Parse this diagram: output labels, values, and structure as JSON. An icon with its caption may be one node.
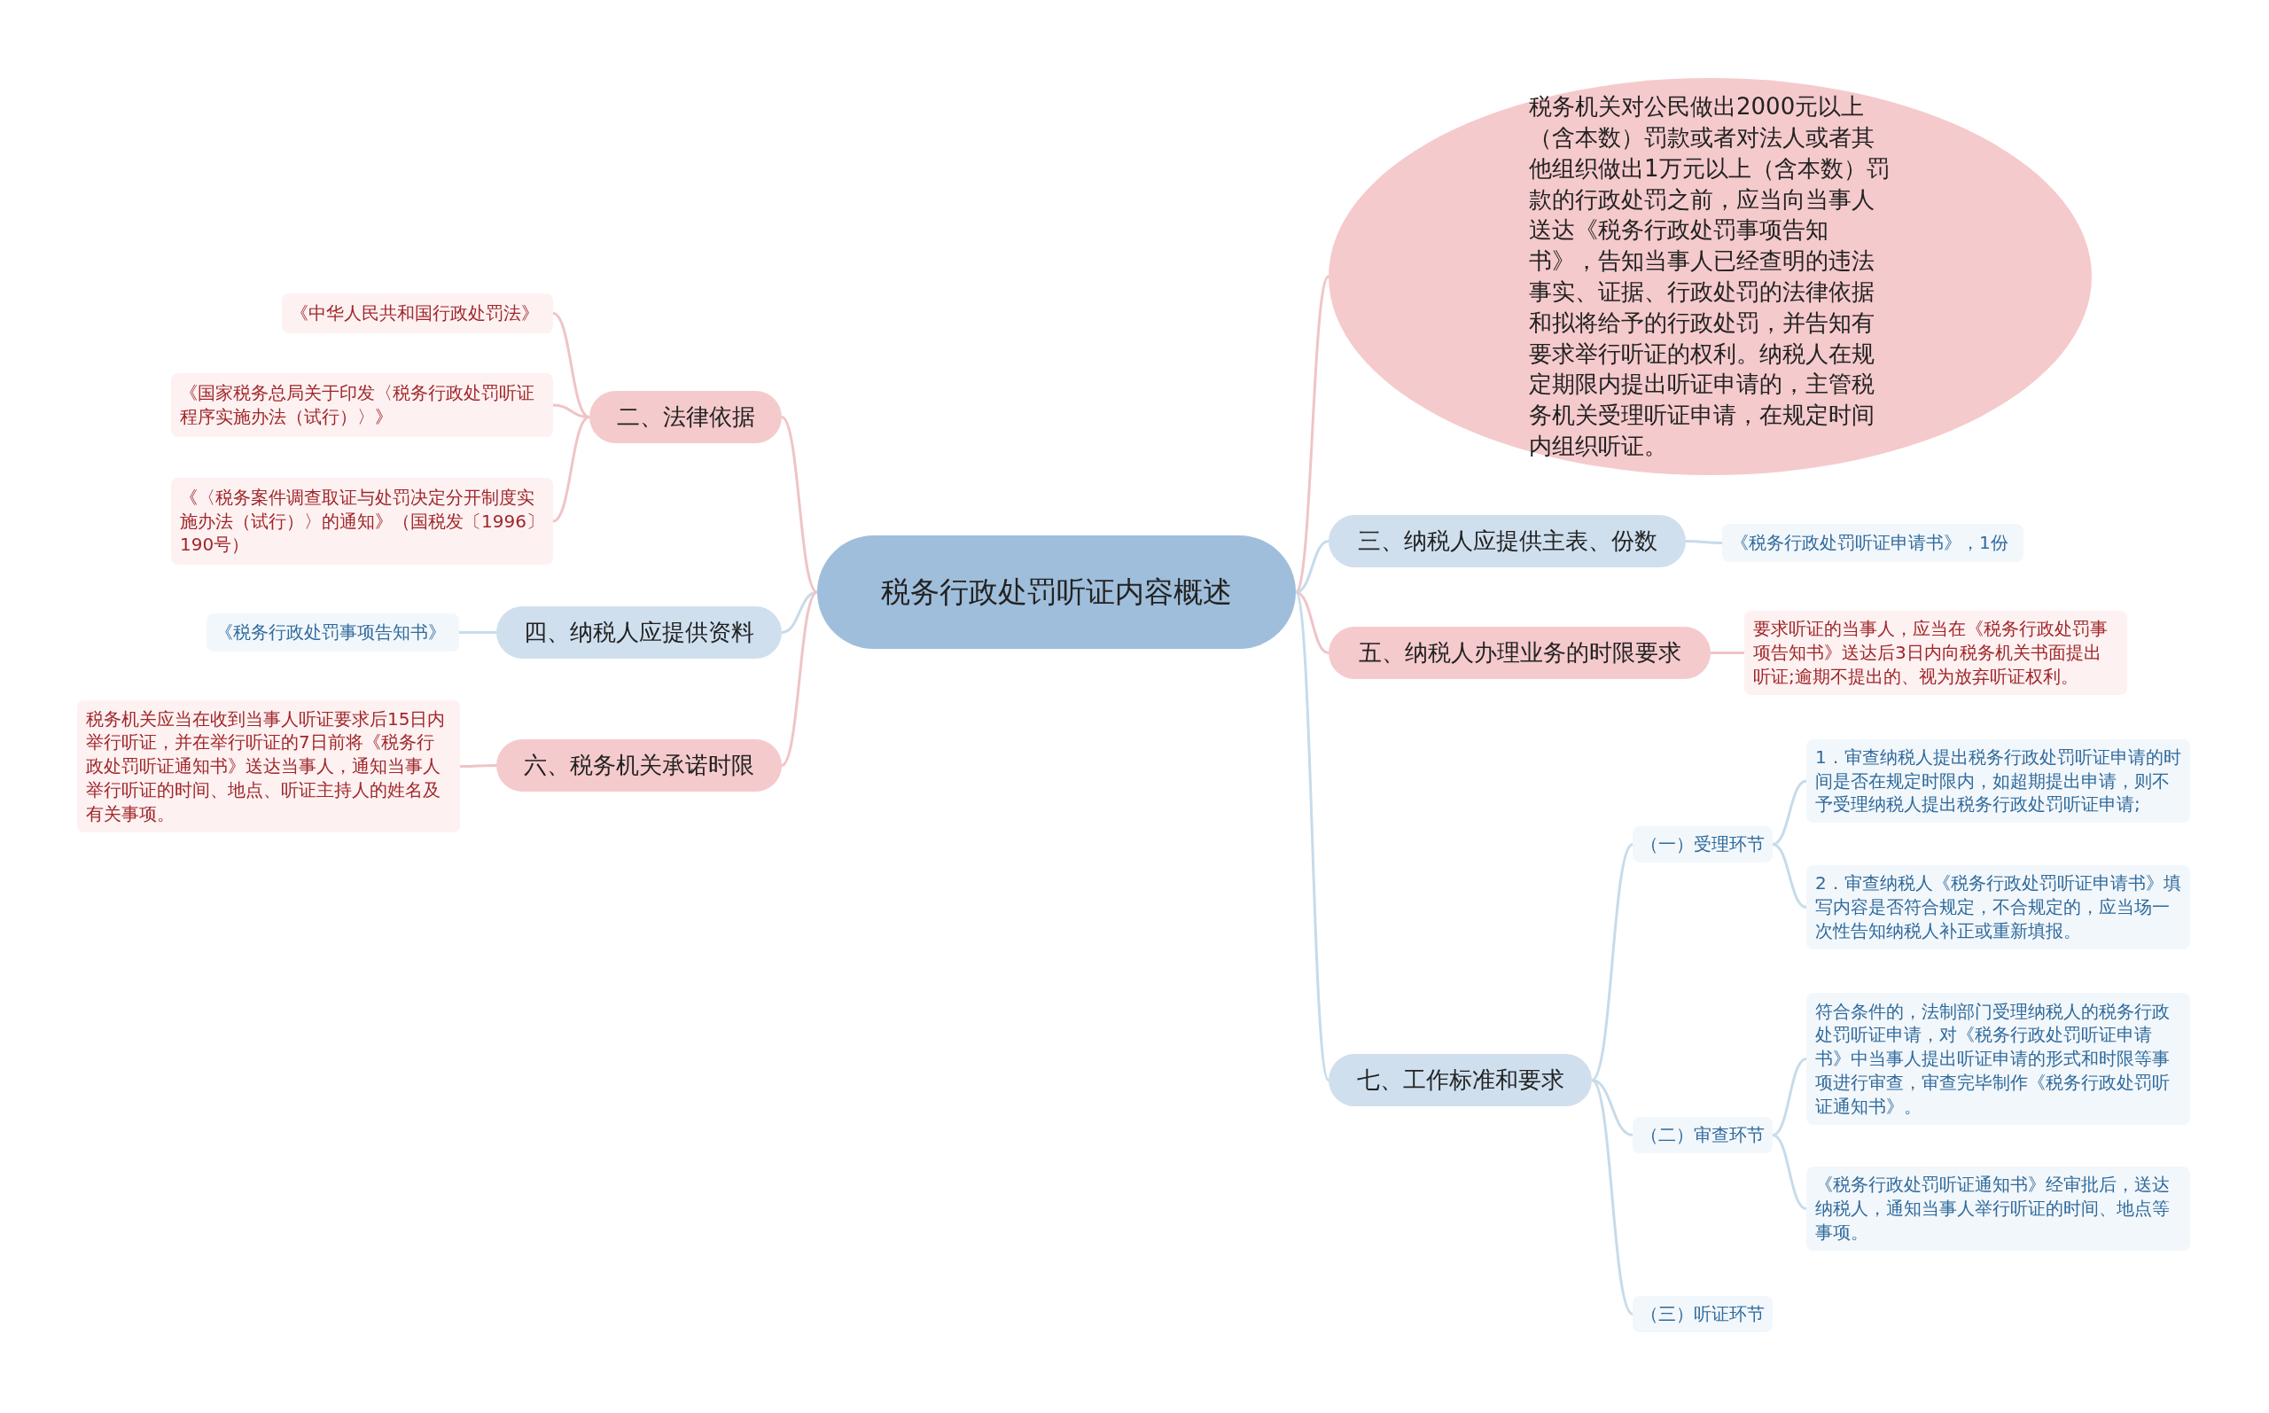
{
  "diagram": {
    "nodes": [
      {
        "text": [
          "税务行政处罚听证内容概述"
        ]
      },
      {
        "text": [
          "税务机关对公民做出2000元以上（含本数）罚款或者对法人或者其他组织做出1万元以上（含本数）罚款的行政处罚之前，应当向当事人送达《税务行政处罚事项告知书》，告知当事人已经查明的违法事实、证据、行政处罚的法律依据和拟将给予的行政处罚，并告知有要求举行听证的权利。纳税人在规定期限内提出听证申请的，主管税务机关受理听证申请，在规定时间内组织听证。"
        ]
      },
      {
        "text": [
          "二、法律依据"
        ]
      },
      {
        "text": [
          "《中华人民共和国行政处罚法》"
        ]
      },
      {
        "text": [
          "《国家税务总局关于印发〈税务行政处罚听证程序实施办法（试行）〉》"
        ]
      },
      {
        "text": [
          "《〈税务案件调查取证与处罚决定分开制度实施办法（试行）〉的通知》（国税发〔1996〕190号）"
        ]
      },
      {
        "text": [
          "三、纳税人应提供主表、份数"
        ]
      },
      {
        "text": [
          "《税务行政处罚听证申请书》，1份"
        ]
      },
      {
        "text": [
          "四、纳税人应提供资料"
        ]
      },
      {
        "text": [
          "《税务行政处罚事项告知书》"
        ]
      },
      {
        "text": [
          "五、纳税人办理业务的时限要求"
        ]
      },
      {
        "text": [
          "要求听证的当事人，应当在《税务行政处罚事项告知书》送达后3日内向税务机关书面提出听证;逾期不提出的、视为放弃听证权利。"
        ]
      },
      {
        "text": [
          "六、税务机关承诺时限"
        ]
      },
      {
        "text": [
          "税务机关应当在收到当事人听证要求后15日内举行听证，并在举行听证的7日前将《税务行政处罚听证通知书》送达当事人，通知当事人举行听证的时间、地点、听证主持人的姓名及有关事项。"
        ]
      },
      {
        "text": [
          "七、工作标准和要求"
        ]
      },
      {
        "text": [
          "（一）受理环节"
        ]
      },
      {
        "text": [
          "1．审查纳税人提出税务行政处罚听证申请的时间是否在规定时限内，如超期提出申请，则不予受理纳税人提出税务行政处罚听证申请;"
        ]
      },
      {
        "text": [
          "2．审查纳税人《税务行政处罚听证申请书》填写内容是否符合规定，不合规定的，应当场一次性告知纳税人补正或重新填报。"
        ]
      },
      {
        "text": [
          "（二）审查环节"
        ]
      },
      {
        "text": [
          "符合条件的，法制部门受理纳税人的税务行政处罚听证申请，对《税务行政处罚听证申请书》中当事人提出听证申请的形式和时限等事项进行审查，审查完毕制作《税务行政处罚听证通知书》。"
        ]
      },
      {
        "text": [
          "《税务行政处罚听证通知书》经审批后，送达纳税人，通知当事人举行听证的时间、地点等事项。"
        ]
      },
      {
        "text": [
          "（三）听证环节"
        ]
      }
    ],
    "edges": [
      {
        "from": 0,
        "to": 1,
        "arrow": "none",
        "color": "#f0c4c6"
      },
      {
        "from": 0,
        "to": 2,
        "arrow": "none",
        "color": "#f0c4c6"
      },
      {
        "from": 2,
        "to": 3,
        "arrow": "none",
        "color": "#f0c4c6"
      },
      {
        "from": 2,
        "to": 4,
        "arrow": "none",
        "color": "#f0c4c6"
      },
      {
        "from": 2,
        "to": 5,
        "arrow": "none",
        "color": "#f0c4c6"
      },
      {
        "from": 0,
        "to": 6,
        "arrow": "none"
      },
      {
        "from": 6,
        "to": 7,
        "arrow": "none"
      },
      {
        "from": 0,
        "to": 8,
        "arrow": "none"
      },
      {
        "from": 8,
        "to": 9,
        "arrow": "none"
      },
      {
        "from": 0,
        "to": 10,
        "arrow": "none",
        "color": "#f0c4c6"
      },
      {
        "from": 10,
        "to": 11,
        "arrow": "none",
        "color": "#f0c4c6"
      },
      {
        "from": 0,
        "to": 12,
        "arrow": "none",
        "color": "#f0c4c6"
      },
      {
        "from": 12,
        "to": 13,
        "arrow": "none",
        "color": "#f0c4c6"
      },
      {
        "from": 0,
        "to": 14,
        "arrow": "none"
      },
      {
        "from": 14,
        "to": 15,
        "arrow": "none"
      },
      {
        "from": 15,
        "to": 16,
        "arrow": "none"
      },
      {
        "from": 15,
        "to": 17,
        "arrow": "none"
      },
      {
        "from": 14,
        "to": 18,
        "arrow": "none"
      },
      {
        "from": 18,
        "to": 19,
        "arrow": "none"
      },
      {
        "from": 18,
        "to": 20,
        "arrow": "none"
      },
      {
        "from": 14,
        "to": 21,
        "arrow": "none"
      }
    ]
  }
}
